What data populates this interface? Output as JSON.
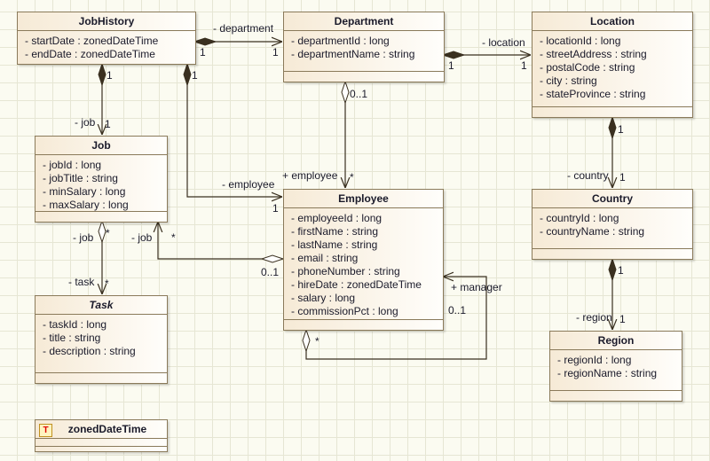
{
  "classes": {
    "jobhistory": {
      "name": "JobHistory",
      "attributes": [
        "- startDate : zonedDateTime",
        "- endDate : zonedDateTime"
      ]
    },
    "department": {
      "name": "Department",
      "attributes": [
        "- departmentId : long",
        "- departmentName : string"
      ]
    },
    "location": {
      "name": "Location",
      "attributes": [
        "- locationId : long",
        "- streetAddress : string",
        "- postalCode : string",
        "- city : string",
        "- stateProvince : string"
      ]
    },
    "job": {
      "name": "Job",
      "attributes": [
        "- jobId : long",
        "- jobTitle : string",
        "- minSalary : long",
        "- maxSalary : long"
      ]
    },
    "employee": {
      "name": "Employee",
      "attributes": [
        "- employeeId : long",
        "- firstName : string",
        "- lastName : string",
        "- email : string",
        "- phoneNumber : string",
        "- hireDate : zonedDateTime",
        "- salary : long",
        "- commissionPct : long"
      ]
    },
    "country": {
      "name": "Country",
      "attributes": [
        "- countryId : long",
        "- countryName : string"
      ]
    },
    "task": {
      "name": "Task",
      "attributes": [
        "- taskId : long",
        "- title : string",
        "- description : string"
      ]
    },
    "region": {
      "name": "Region",
      "attributes": [
        "- regionId : long",
        "- regionName : string"
      ]
    },
    "zoneddatetime": {
      "name": "zonedDateTime",
      "icon": "T"
    }
  },
  "labels": {
    "jh_dep_role": "- department",
    "jh_dep_m1": "1",
    "jh_dep_m2": "1",
    "dep_loc_role": "- location",
    "dep_loc_m1": "1",
    "dep_loc_m2": "1",
    "jh_job_m1": "1",
    "jh_job_role": "- job",
    "jh_job_m2": "1",
    "jh_emp_m1": "1",
    "jh_emp_role": "- employee",
    "jh_emp_m2": "1",
    "dep_emp_m1": "0..1",
    "dep_emp_role": "+ employee",
    "dep_emp_m2": "*",
    "loc_cty_m1": "1",
    "loc_cty_role": "- country",
    "loc_cty_m2": "1",
    "cty_reg_m1": "1",
    "cty_reg_role": "- region",
    "cty_reg_m2": "1",
    "job_task_m1": "*",
    "job_task_role1": "- job",
    "job_task_role": "- task",
    "job_task_m2": "*",
    "emp_job_m1": "0..1",
    "emp_job_role": "- job",
    "emp_job_m2": "*",
    "emp_mgr_role": "+ manager",
    "emp_mgr_m2": "0..1",
    "emp_mgr_m1": "*"
  }
}
